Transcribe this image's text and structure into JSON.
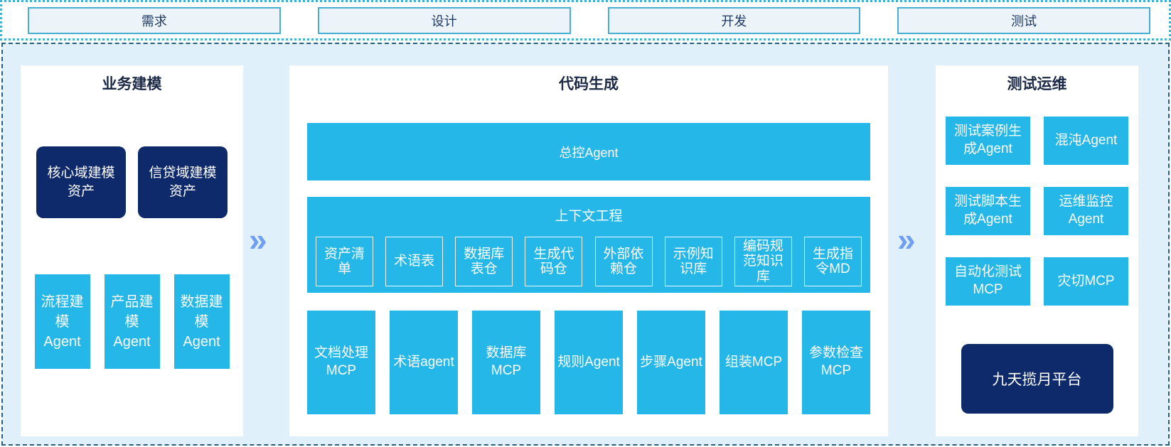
{
  "stages": [
    "需求",
    "设计",
    "开发",
    "测试"
  ],
  "business_modeling": {
    "title": "业务建模",
    "assets": [
      "核心域建模资产",
      "信贷域建模资产"
    ],
    "agents": [
      "流程建模Agent",
      "产品建模Agent",
      "数据建模Agent"
    ]
  },
  "code_generation": {
    "title": "代码生成",
    "master_agent": "总控Agent",
    "context_engineering": {
      "title": "上下文工程",
      "items": [
        "资产清单",
        "术语表",
        "数据库表仓",
        "生成代码仓",
        "外部依赖仓",
        "示例知识库",
        "编码规范知识库",
        "生成指令MD"
      ]
    },
    "tools": [
      "文档处理MCP",
      "术语agent",
      "数据库MCP",
      "规则Agent",
      "步骤Agent",
      "组装MCP",
      "参数检查MCP"
    ]
  },
  "test_ops": {
    "title": "测试运维",
    "boxes": [
      "测试案例生成Agent",
      "混沌Agent",
      "测试脚本生成Agent",
      "运维监控Agent",
      "自动化测试MCP",
      "灾切MCP"
    ],
    "platform": "九天揽月平台"
  },
  "arrows": {
    "glyph": "»"
  },
  "colors": {
    "cyan": "#25b7e8",
    "navy": "#0e2a6a",
    "chevron_blue": "#6f9ef3",
    "container_bg": "#e0f0fa",
    "panel_bg": "#ffffff",
    "stage_box_bg": "#edf4f9",
    "stage_border": "#46aed2",
    "dotted_border": "#3fb3d6",
    "dashed_border": "#2a5d7e",
    "title_text": "#1b2947"
  }
}
